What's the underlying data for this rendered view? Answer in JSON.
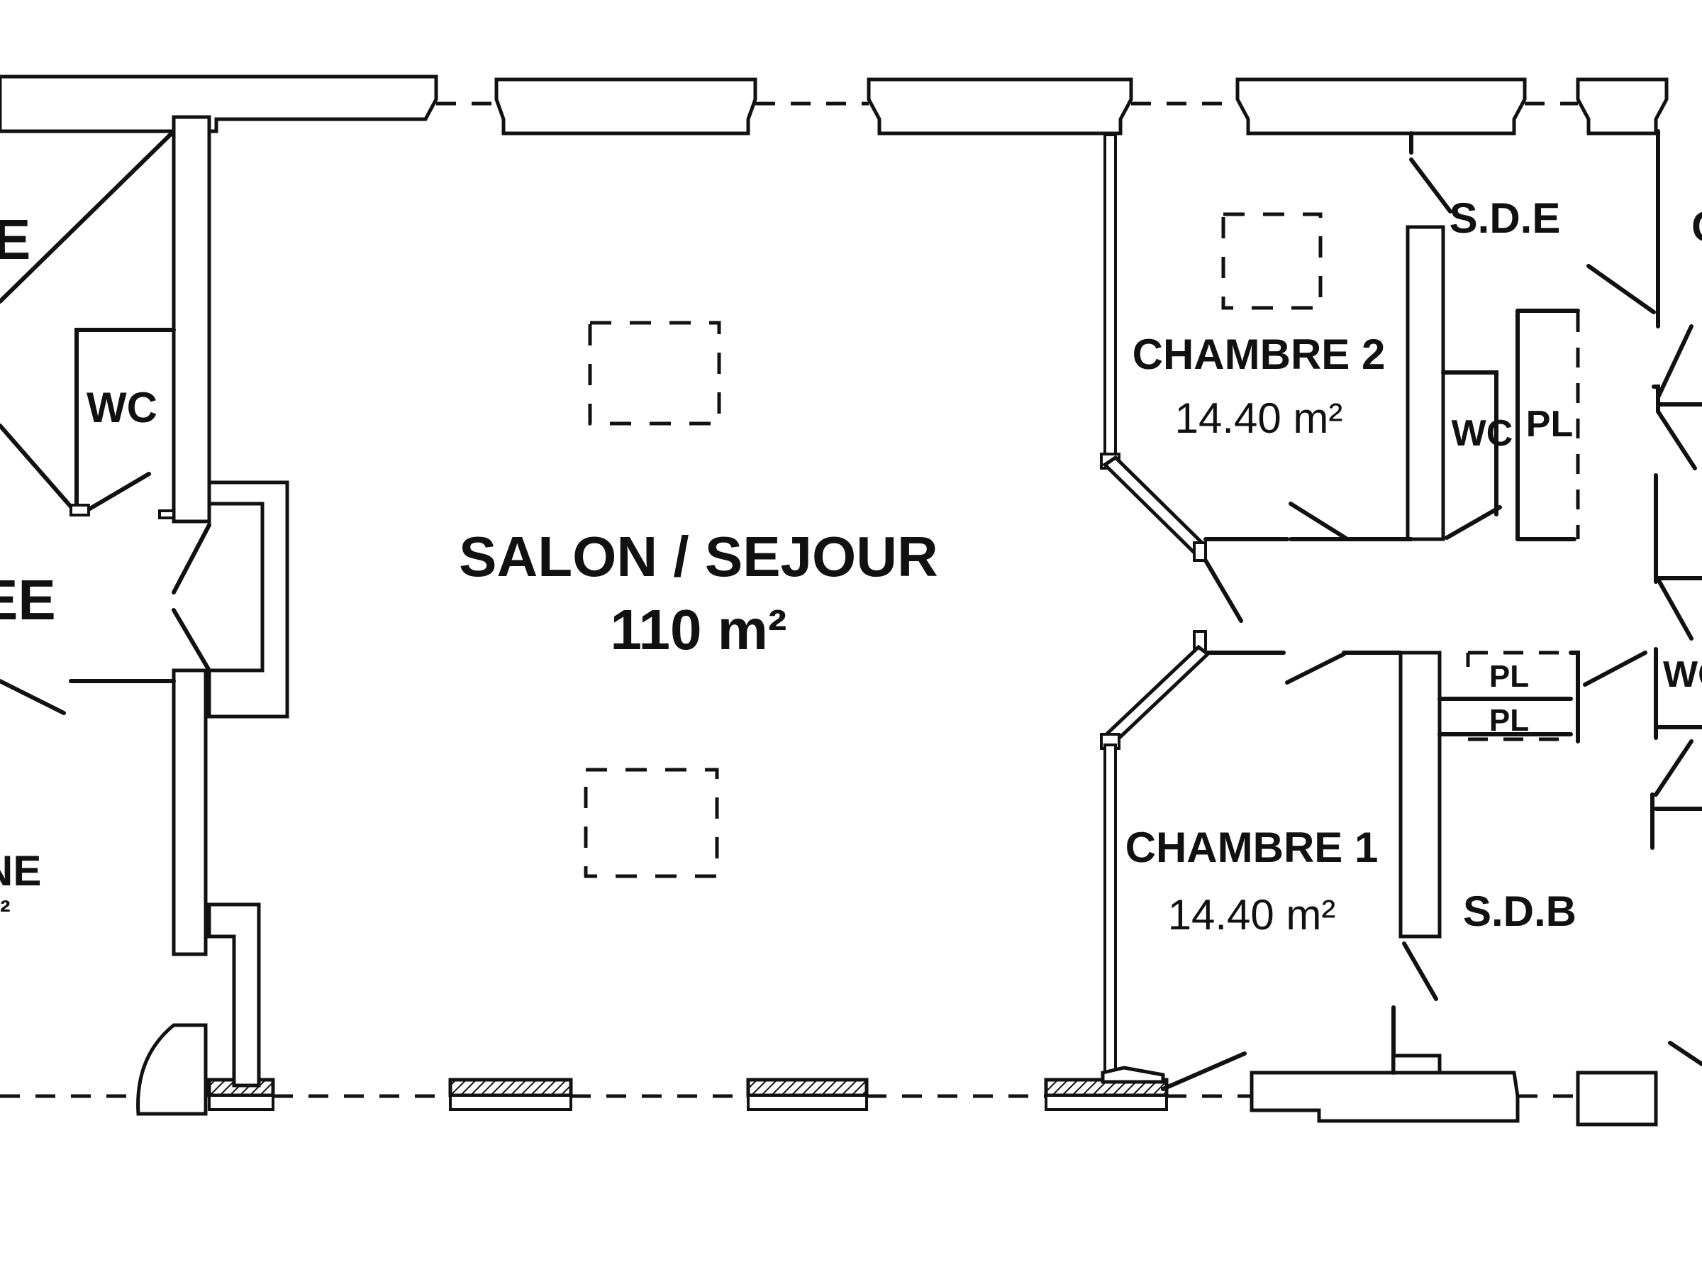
{
  "rooms": {
    "salon": {
      "name": "SALON / SEJOUR",
      "area": "110 m²"
    },
    "chambre2": {
      "name": "CHAMBRE 2",
      "area": "14.40 m²"
    },
    "chambre1": {
      "name": "CHAMBRE 1",
      "area": "14.40 m²"
    },
    "sde": {
      "name": "S.D.E"
    },
    "sdb": {
      "name": "S.D.B"
    },
    "wc_left": {
      "name": "WC"
    },
    "wc_mid": {
      "name": "WC"
    },
    "pl_mid": {
      "name": "PL"
    },
    "pl_top": {
      "name": "PL"
    },
    "pl_bottom": {
      "name": "PL"
    },
    "wc_right_partial": {
      "name": "WC"
    },
    "left_top_partial": {
      "name": "E"
    },
    "entree_partial": {
      "name": "EE"
    },
    "cuisine_partial": {
      "name": "NE",
      "area_fragment": "²"
    },
    "right_top_partial": {
      "name": "C"
    }
  }
}
